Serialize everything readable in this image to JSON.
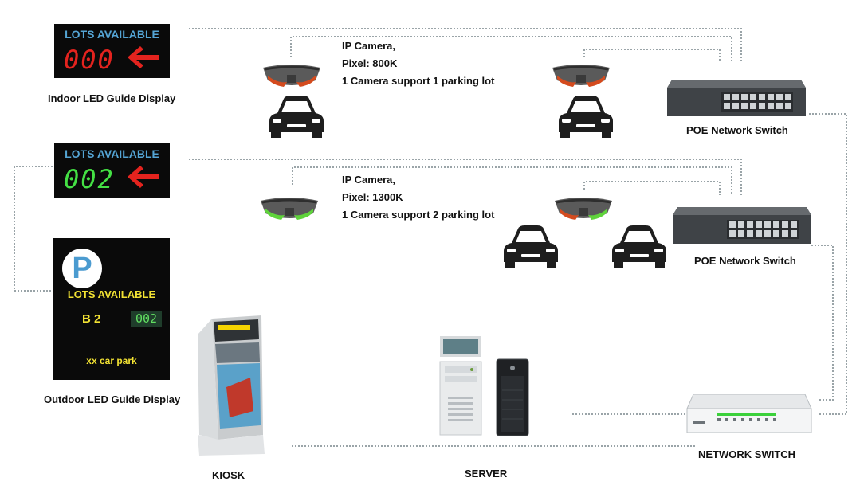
{
  "indoor_display": {
    "title": "LOTS AVAILABLE",
    "count": "000",
    "arrow": "🡐",
    "caption": "Indoor LED Guide Display",
    "count_color": "#e4231e"
  },
  "indoor_display_2": {
    "title": "LOTS AVAILABLE",
    "count": "002",
    "arrow": "🡐",
    "count_color": "#44e044"
  },
  "outdoor_display": {
    "symbol": "P",
    "title": "LOTS AVAILABLE",
    "level": "B 2",
    "count": "002",
    "name": "xx car park",
    "caption": "Outdoor LED Guide Display"
  },
  "camera_group_1": {
    "lines": [
      "IP Camera,",
      "Pixel: 800K",
      "1 Camera support  1 parking lot"
    ]
  },
  "camera_group_2": {
    "lines": [
      "IP Camera,",
      "Pixel: 1300K",
      "1 Camera support  2 parking lot"
    ]
  },
  "poe_switch_1": {
    "caption": "POE Network Switch"
  },
  "poe_switch_2": {
    "caption": "POE Network Switch"
  },
  "network_switch": {
    "caption": "NETWORK SWITCH"
  },
  "kiosk": {
    "caption": "KIOSK"
  },
  "server": {
    "caption": "SERVER"
  },
  "colors": {
    "led_title": "#54a4d4",
    "led_yellow": "#f2e233",
    "cam_light_red": "#d44b1e",
    "cam_light_green": "#5fd33b"
  }
}
